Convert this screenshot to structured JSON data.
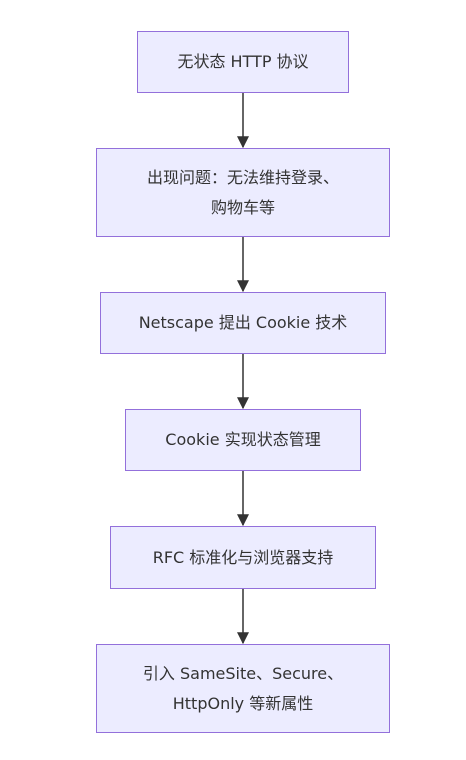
{
  "diagram": {
    "type": "flowchart",
    "direction": "top-down",
    "colors": {
      "node_fill": "#ECECFF",
      "node_border": "#9370DB",
      "text": "#333333",
      "edge": "#333333"
    },
    "nodes": [
      {
        "id": "n1",
        "lines": [
          "无状态 HTTP 协议"
        ]
      },
      {
        "id": "n2",
        "lines": [
          "出现问题：无法维持登录、",
          "购物车等"
        ]
      },
      {
        "id": "n3",
        "lines": [
          "Netscape 提出 Cookie 技术"
        ]
      },
      {
        "id": "n4",
        "lines": [
          "Cookie 实现状态管理"
        ]
      },
      {
        "id": "n5",
        "lines": [
          "RFC 标准化与浏览器支持"
        ]
      },
      {
        "id": "n6",
        "lines": [
          "引入 SameSite、Secure、",
          "HttpOnly 等新属性"
        ]
      }
    ],
    "edges": [
      {
        "from": "n1",
        "to": "n2"
      },
      {
        "from": "n2",
        "to": "n3"
      },
      {
        "from": "n3",
        "to": "n4"
      },
      {
        "from": "n4",
        "to": "n5"
      },
      {
        "from": "n5",
        "to": "n6"
      }
    ]
  }
}
